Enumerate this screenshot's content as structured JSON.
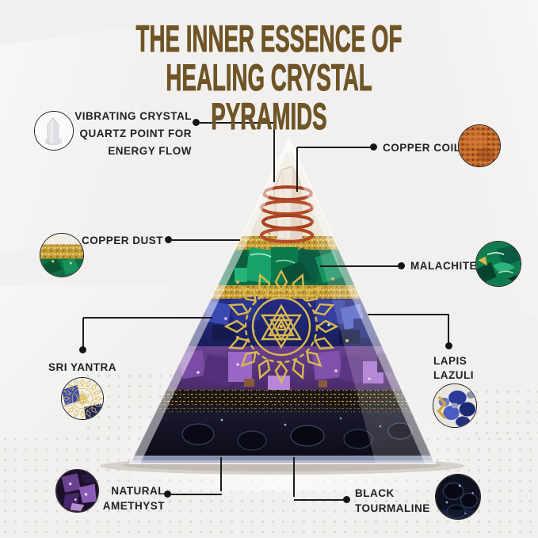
{
  "title": {
    "text": "THE INNER ESSENCE OF\nHEALING CRYSTAL PYRAMIDS",
    "color": "#6f5426"
  },
  "callouts": {
    "quartz": {
      "label": "VIBRATING CRYSTAL\nQUARTZ POINT FOR\nENERGY FLOW",
      "icon": "quartz-point-icon"
    },
    "copper_coil": {
      "label": "COPPER COIL",
      "icon": "copper-coil-icon"
    },
    "copper_dust": {
      "label": "COPPER DUST",
      "icon": "copper-dust-icon"
    },
    "malachite": {
      "label": "MALACHITE",
      "icon": "malachite-icon"
    },
    "sri_yantra": {
      "label": "SRI YANTRA",
      "icon": "sri-yantra-icon"
    },
    "lapis_lazuli": {
      "label": "LAPIS\nLAZULI",
      "icon": "lapis-lazuli-icon"
    },
    "natural_amethyst": {
      "label": "NATURAL\nAMETHYST",
      "icon": "amethyst-icon"
    },
    "black_tourmaline": {
      "label": "BLACK\nTOURMALINE",
      "icon": "black-tourmaline-icon"
    }
  },
  "colors": {
    "background": "#f1f0ee",
    "title_text": "#6f5426",
    "label_text": "#222222",
    "connector_line": "#1b1b1b",
    "gold": "#c9a43c",
    "copper": "#bc6428",
    "malachite_green": "#0d7a4c",
    "lapis_blue": "#2a3590",
    "amethyst_purple": "#6d4292",
    "tourmaline_black": "#14132a"
  }
}
